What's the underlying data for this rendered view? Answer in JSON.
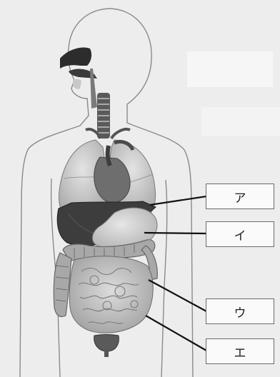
{
  "labels": {
    "a": "ア",
    "i": "イ",
    "u": "ウ",
    "e": "エ"
  },
  "colors": {
    "background": "#ededed",
    "body_outline": "#8a8a8a",
    "leader_line": "#111111",
    "box_border": "#6a6a6a"
  }
}
